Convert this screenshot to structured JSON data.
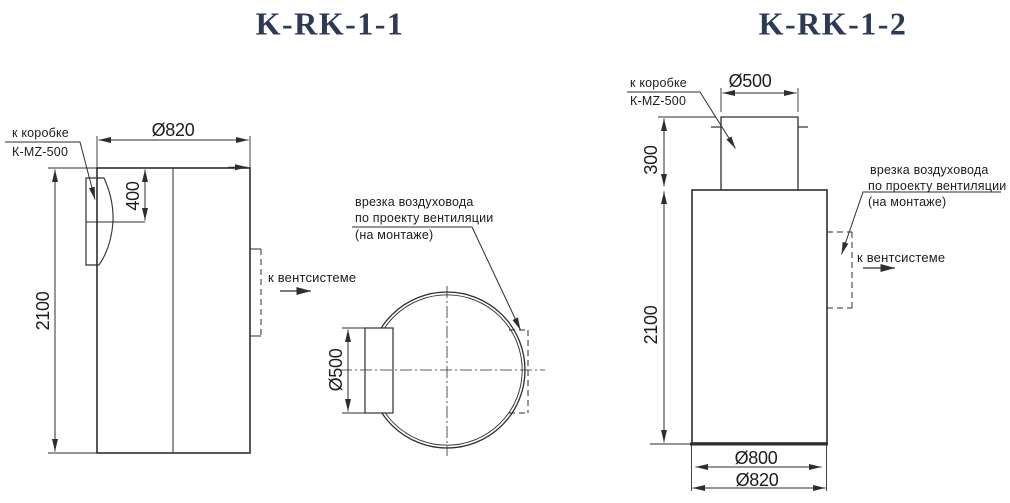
{
  "left_view": {
    "title": "K-RK-1-1",
    "connector_label": {
      "line1": "к коробке",
      "line2": "К-MZ-500"
    },
    "dims": {
      "diameter": "Ø820",
      "inlet_depth": "400",
      "height": "2100"
    },
    "vent_label": "к вентсистеме"
  },
  "top_view": {
    "dims": {
      "stub_diameter": "Ø500"
    },
    "note": {
      "line1": "врезка воздуховода",
      "line2": "по проекту вентиляции",
      "line3": "(на монтаже)"
    }
  },
  "right_view": {
    "title": "K-RK-1-2",
    "connector_label": {
      "line1": "к коробке",
      "line2": "К-MZ-500"
    },
    "dims": {
      "neck_diameter": "Ø500",
      "neck_height": "300",
      "height": "2100",
      "base_inner": "Ø800",
      "base_outer": "Ø820"
    },
    "note": {
      "line1": "врезка воздуховода",
      "line2": "по проекту вентиляции",
      "line3": "(на монтаже)"
    },
    "vent_label": "к вентсистеме"
  },
  "colors": {
    "title": "#2d3a55",
    "line": "#2e2e2e",
    "text": "#1c1c1c"
  }
}
